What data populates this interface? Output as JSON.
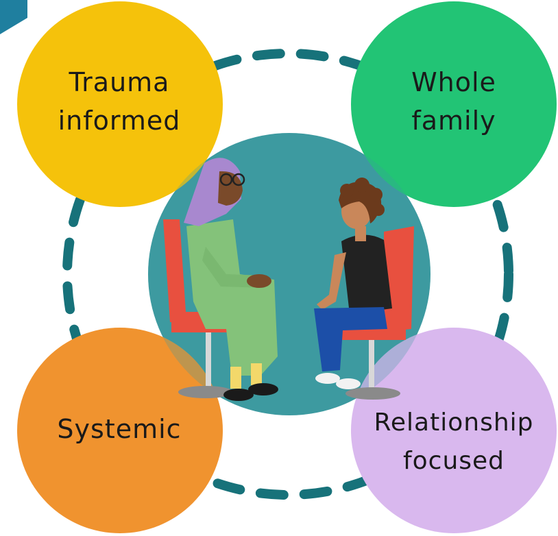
{
  "bubbles": {
    "trauma_informed": {
      "line1": "Trauma",
      "line2": "informed",
      "color": "#F5C20B"
    },
    "whole_family": {
      "line1": "Whole",
      "line2": "family",
      "color": "#22C475"
    },
    "systemic": {
      "line1": "Systemic",
      "color": "#F0932F"
    },
    "relationship_focused": {
      "line1": "Relationship",
      "line2": "focused",
      "color": "#D9B8EE"
    }
  },
  "center": {
    "illustration": "therapist-and-young-person-seated-in-conversation",
    "circle_color": "#3E9AA0"
  },
  "connector_color": "#17727A",
  "corner_arrow_color": "#1F7F9F"
}
